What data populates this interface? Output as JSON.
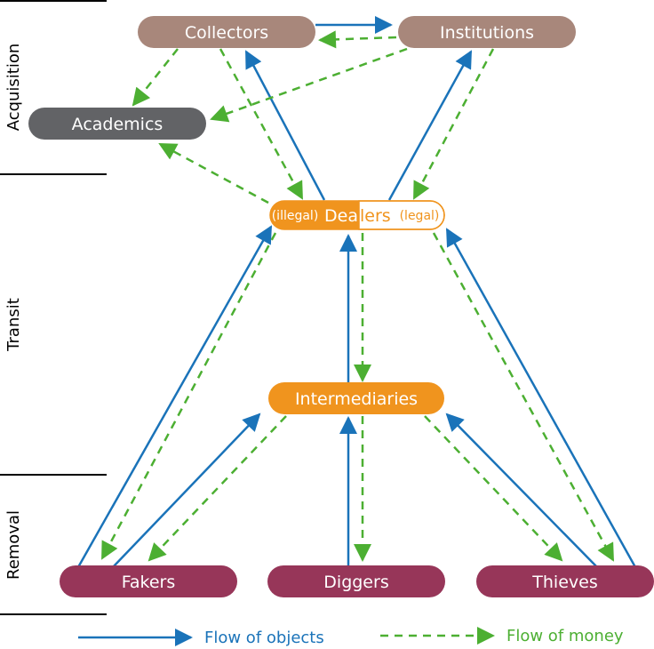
{
  "bands": {
    "acquisition": "Acquisition",
    "transit": "Transit",
    "removal": "Removal"
  },
  "nodes": {
    "collectors": "Collectors",
    "institutions": "Institutions",
    "academics": "Academics",
    "dealers_illegal": "(illegal)",
    "dealers_main_left": "Dea",
    "dealers_main_right": "lers",
    "dealers_legal": "(legal)",
    "intermediaries": "Intermediaries",
    "fakers": "Fakers",
    "diggers": "Diggers",
    "thieves": "Thieves"
  },
  "legend": {
    "objects": "Flow of objects",
    "money": "Flow of money"
  },
  "colors": {
    "acquirer": "#a8877b",
    "academic": "#626366",
    "transit": "#f0941e",
    "removal": "#973659",
    "objects_arrow": "#1a73b9",
    "money_arrow": "#4caf32"
  }
}
